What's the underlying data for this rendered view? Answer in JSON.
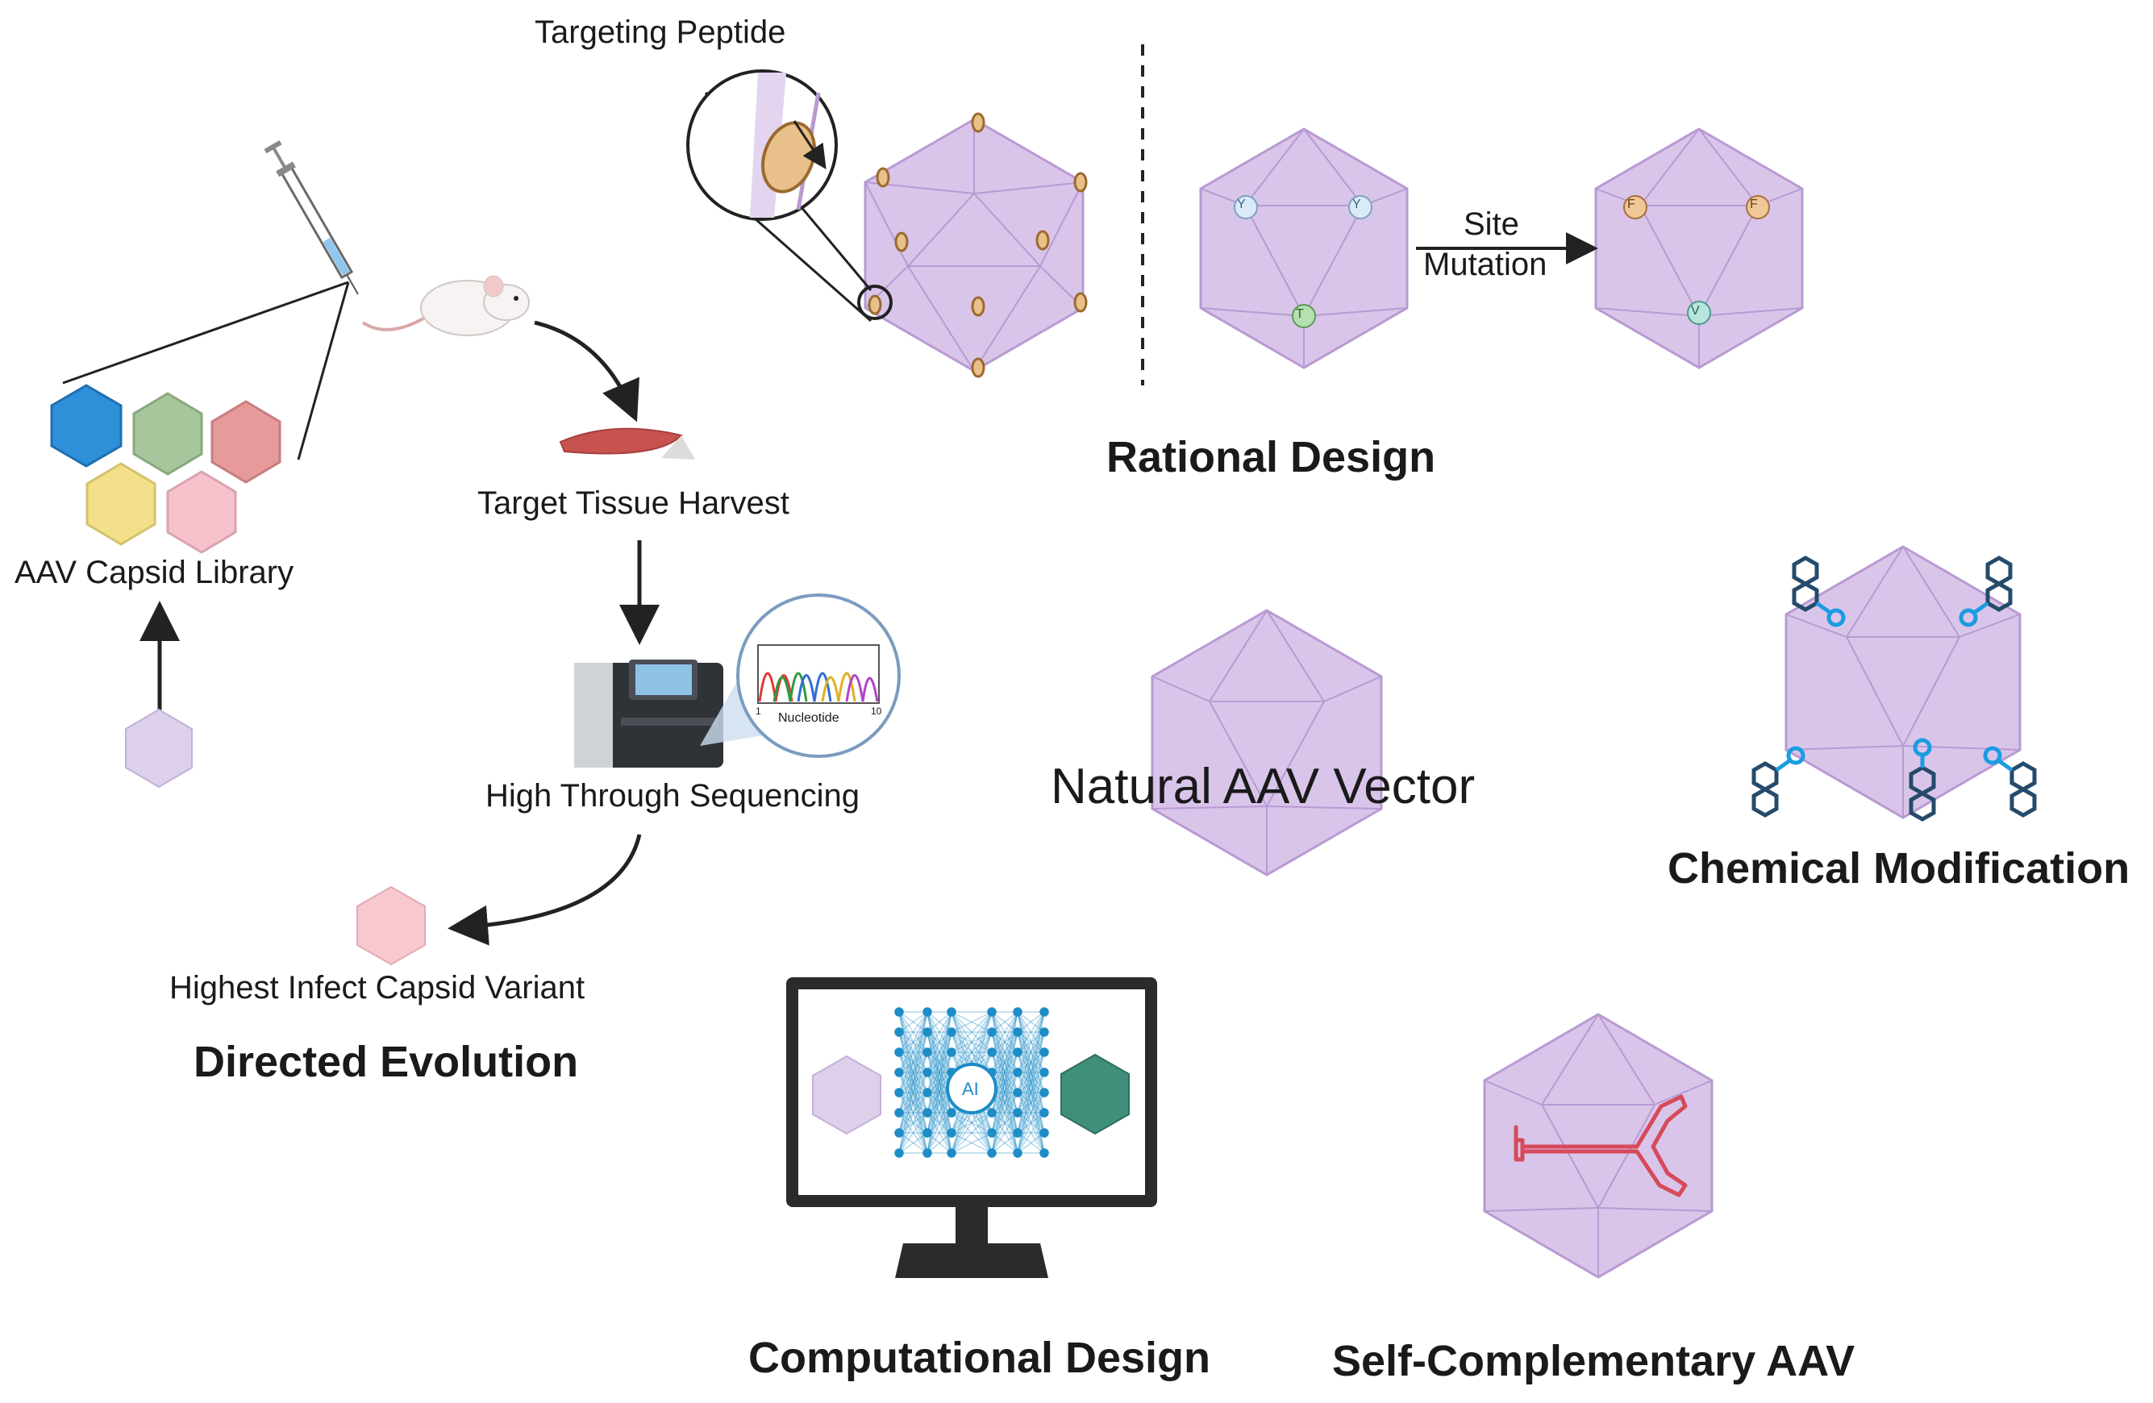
{
  "labels": {
    "targeting_peptide": "Targeting Peptide",
    "site": "Site",
    "mutation": "Mutation",
    "rational_design": "Rational Design",
    "aav_capsid_library": "AAV Capsid Library",
    "target_tissue_harvest": "Target Tissue Harvest",
    "high_through_sequencing": "High Through Sequencing",
    "nucleotide": "Nucleotide",
    "highest_infect_capsid_variant": "Highest Infect Capsid Variant",
    "directed_evolution": "Directed Evolution",
    "natural_aav_vector": "Natural AAV Vector",
    "chemical_modification": "Chemical Modification",
    "ai": "AI",
    "computational_design": "Computational Design",
    "self_complementary_aav": "Self-Complementary AAV"
  },
  "mutation_residues": {
    "before": [
      "Y",
      "Y",
      "T"
    ],
    "after": [
      "F",
      "F",
      "V"
    ]
  },
  "chromatogram_axis": [
    "1",
    "10"
  ],
  "colors": {
    "capsid_fill": "#d9c5ea",
    "capsid_stroke": "#b89ad3",
    "blue_capsid": "#2f8fd8",
    "green_capsid": "#a8c69c",
    "red_capsid": "#e69a9a",
    "yellow_capsid": "#f3e08a",
    "pink_capsid": "#f7c2cc",
    "teal_capsid": "#3f8f7b",
    "peptide": "#e9c08a",
    "ai_network": "#1e8cc6",
    "chemical": "#254b6b",
    "chemical_accent": "#1a9ce0",
    "dna_hairpin": "#d64a5a",
    "arrow": "#222222"
  },
  "icons": [
    "syringe-icon",
    "mouse-icon",
    "muscle-tissue-icon",
    "sequencer-icon",
    "monitor-icon",
    "dna-hairpin-icon"
  ]
}
